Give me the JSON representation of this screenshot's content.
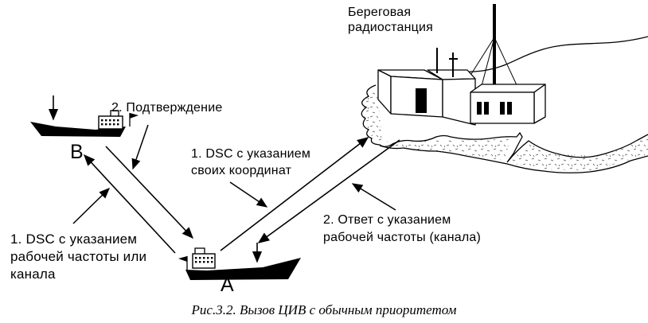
{
  "station_label": "Береговая\nрадиостанция",
  "ship_b_label": "B",
  "ship_a_label": "A",
  "messages": {
    "b_call": "1. DSC с указанием\nрабочей частоты или\nканала",
    "b_ack": "2. Подтверждение",
    "a_call": "1. DSC с указанием\nсвоих координат",
    "a_answer": "2. Ответ с указанием\nрабочей частоты (канала)"
  },
  "caption": "Рис.3.2. Вызов ЦИВ с обычным приоритетом",
  "colors": {
    "ink": "#000000",
    "background": "#ffffff"
  }
}
